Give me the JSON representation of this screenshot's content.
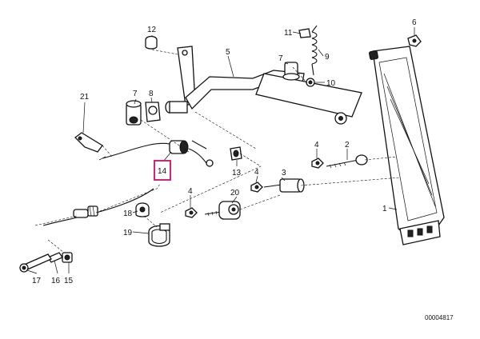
{
  "diagram": {
    "callouts": {
      "p1": "1",
      "p2": "2",
      "p3": "3",
      "p4a": "4",
      "p4b": "4",
      "p4c": "4",
      "p5": "5",
      "p6": "6",
      "p7a": "7",
      "p7b": "7",
      "p8": "8",
      "p9": "9",
      "p10": "10",
      "p11": "11",
      "p12": "12",
      "p13": "13",
      "p14": "14",
      "p15": "15",
      "p16": "16",
      "p17": "17",
      "p18": "18",
      "p19": "19",
      "p20": "20",
      "p21": "21"
    },
    "reference_number": "00004817",
    "highlighted_callout": "14",
    "highlight_color": "#d6237a"
  }
}
